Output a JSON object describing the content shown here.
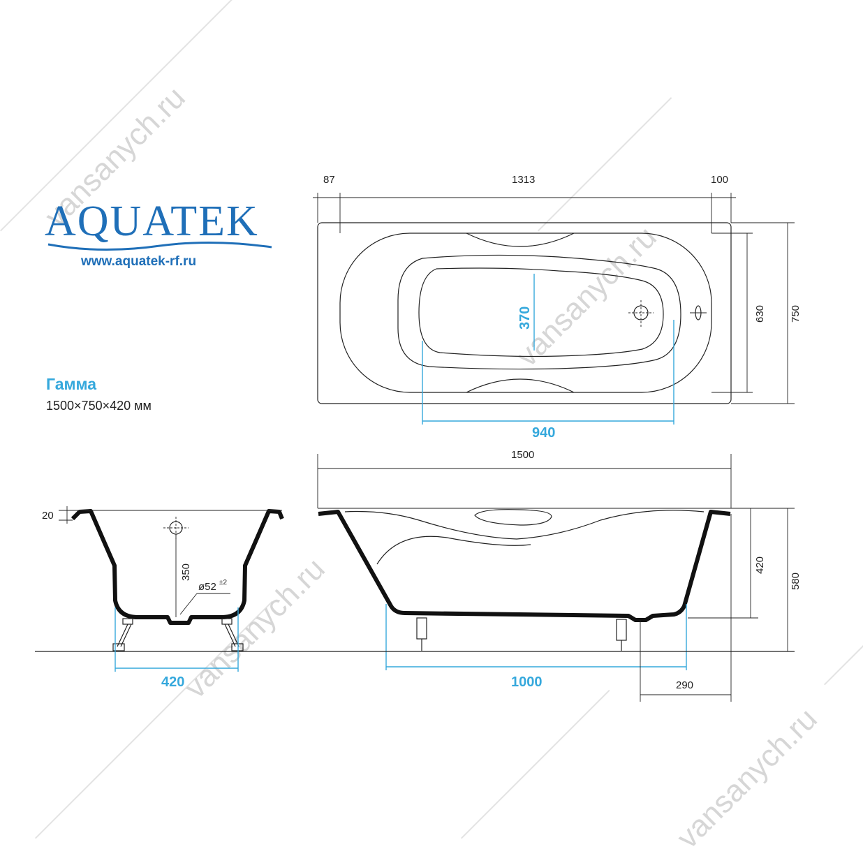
{
  "brand": {
    "logo": "AQUATEK",
    "website": "www.aquatek-rf.ru"
  },
  "product": {
    "model": "Гамма",
    "dimensions": "1500×750×420 мм"
  },
  "watermark": "vansanych.ru",
  "colors": {
    "brand_blue": "#1f6fb8",
    "accent_cyan": "#35a8dc",
    "line": "#222222"
  },
  "top_view": {
    "dim_left": "87",
    "dim_center": "1313",
    "dim_right": "100",
    "dim_inner_width": "630",
    "dim_total_width": "750",
    "dim_depth_blue": "370",
    "dim_length_blue": "940"
  },
  "side_view": {
    "dim_total_length": "1500",
    "dim_depth": "420",
    "dim_height": "580",
    "dim_legs_blue": "1000",
    "dim_drain_offset": "290"
  },
  "end_view": {
    "dim_rim": "20",
    "dim_overflow": "350",
    "dim_drain_diameter": "ø52",
    "dim_drain_tolerance": "±2",
    "dim_legs_blue": "420"
  }
}
